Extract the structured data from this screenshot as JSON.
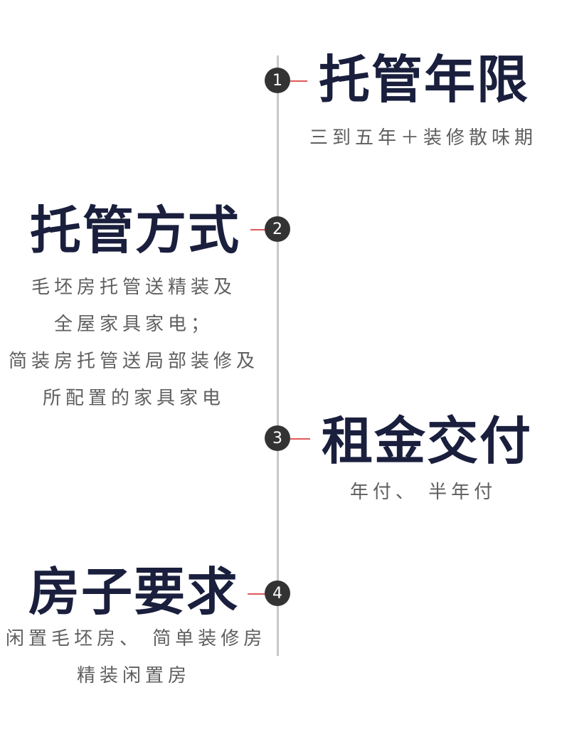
{
  "items": [
    {
      "number": "1",
      "title": "托管年限",
      "desc": [
        "三到五年＋装修散味期"
      ]
    },
    {
      "number": "2",
      "title": "托管方式",
      "desc": [
        "毛坯房托管送精装及",
        "全屋家具家电；",
        "简装房托管送局部装修及",
        "所配置的家具家电"
      ]
    },
    {
      "number": "3",
      "title": "租金交付",
      "desc": [
        "年付、 半年付"
      ]
    },
    {
      "number": "4",
      "title": "房子要求",
      "desc": [
        "闲置毛坯房、 简单装修房",
        "精装闲置房"
      ]
    }
  ],
  "colors": {
    "title": "#1a1f3d",
    "node": "#333333",
    "connector": "#e05a5a",
    "line": "#c8c8c8",
    "text": "#5f5f5f"
  }
}
